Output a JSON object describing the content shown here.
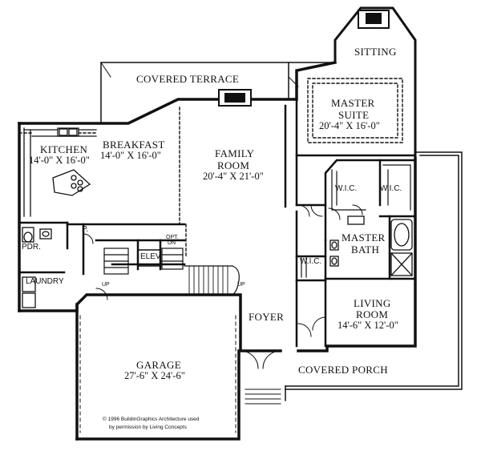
{
  "plan": {
    "rooms": {
      "sitting": {
        "name": "SITTING"
      },
      "covered_terrace": {
        "name": "COVERED TERRACE"
      },
      "master_suite": {
        "name": "MASTER",
        "name2": "SUITE",
        "size": "20'-4\" X 16'-0\""
      },
      "kitchen": {
        "name": "KITCHEN",
        "size": "14'-0\" X 16'-0\""
      },
      "breakfast": {
        "name": "BREAKFAST",
        "size": "14'-0\" X 16'-0\""
      },
      "family_room": {
        "name": "FAMILY",
        "name2": "ROOM",
        "size": "20'-4\" X 21'-0\""
      },
      "wic_left": {
        "name": "W.I.C."
      },
      "wic_right": {
        "name": "W.I.C."
      },
      "wic_bath": {
        "name": "W.I.C."
      },
      "master_bath": {
        "name": "MASTER",
        "name2": "BATH"
      },
      "pantry": {
        "name": "P."
      },
      "elev": {
        "name": "ELEV"
      },
      "opt_dn": {
        "name": "OPT.",
        "name2": "DN"
      },
      "pdr": {
        "name": "PDR."
      },
      "laundry": {
        "name": "LAUNDRY"
      },
      "up_left": {
        "name": "UP"
      },
      "up_right": {
        "name": "UP"
      },
      "foyer": {
        "name": "FOYER"
      },
      "living_room": {
        "name": "LIVING",
        "name2": "ROOM",
        "size": "14'-6\" X 12'-0\""
      },
      "garage": {
        "name": "GARAGE",
        "size": "27'-6\" X 24'-6\""
      },
      "covered_porch": {
        "name": "COVERED PORCH"
      }
    },
    "copyright": {
      "line1": "© 1996 BuildinGraphics Architecture used",
      "line2": "by permission by Living Concepts"
    }
  }
}
